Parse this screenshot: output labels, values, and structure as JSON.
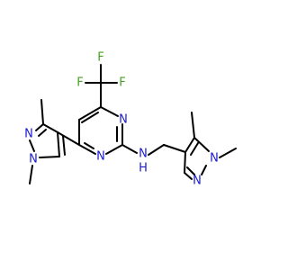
{
  "molecule": {
    "atom_labels": {
      "f_top": "F",
      "f_left": "F",
      "f_right": "F",
      "n_ring_upper": "N",
      "n_ring_lower": "N",
      "nh_n": "N",
      "nh_h": "H",
      "left_pz_n1": "N",
      "left_pz_n2": "N",
      "right_pz_n1": "N",
      "right_pz_n2": "N"
    },
    "colors": {
      "bond": "#000000",
      "nitrogen": "#1a1ad0",
      "fluorine": "#45a11f"
    }
  }
}
